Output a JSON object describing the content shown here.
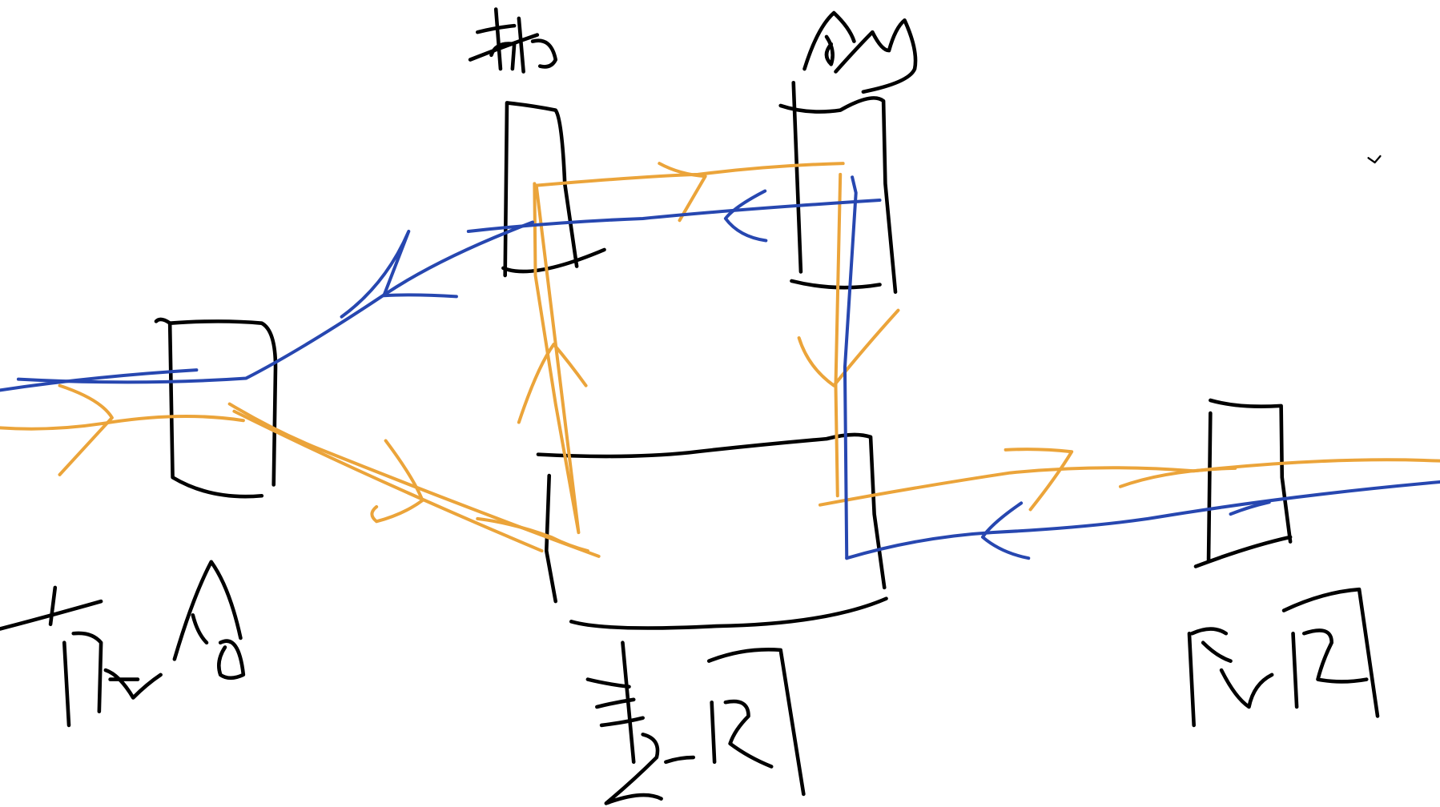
{
  "diagram": {
    "style": "hand-drawn sketch",
    "colors": {
      "ink": "#000000",
      "orange_flow": "#eba43a",
      "blue_flow": "#2747b0",
      "background": "#ffffff"
    },
    "handwritten_labels": [
      "勤",
      "合",
      "西餐",
      "转运",
      "后区"
    ],
    "nodes": [
      "top-left-box",
      "top-right-box",
      "left-box",
      "center-box",
      "right-box"
    ]
  }
}
